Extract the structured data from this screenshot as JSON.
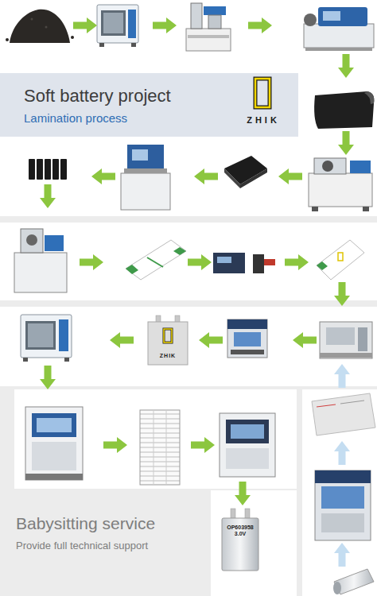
{
  "diagram": {
    "nodes": [
      {
        "text": [
          "Soft battery project",
          "Lamination process"
        ]
      },
      {
        "text": [
          "ZHIK"
        ]
      },
      {
        "text": [
          "OP603958 3.0V"
        ]
      }
    ],
    "labels": [
      "ZHIK",
      "Babysitting service",
      "Provide full technical support"
    ]
  }
}
